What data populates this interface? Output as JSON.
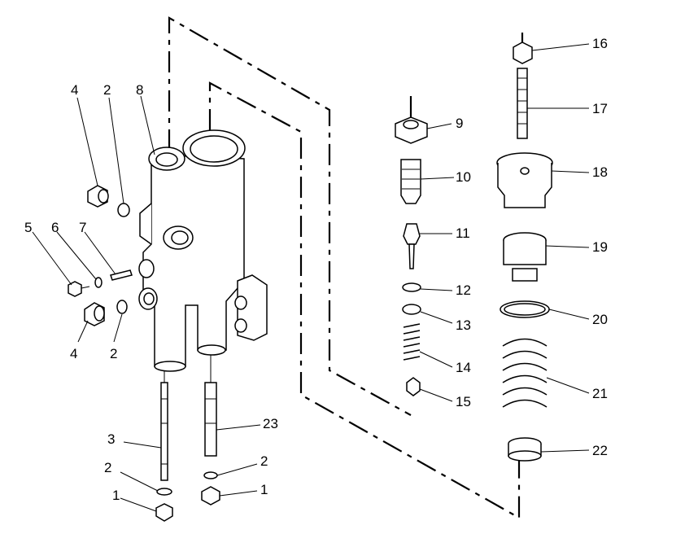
{
  "diagram": {
    "colors": {
      "ink": "#000000",
      "background": "#ffffff"
    },
    "callouts": {
      "c1a": "1",
      "c1b": "1",
      "c2a": "2",
      "c2b": "2",
      "c2c": "2",
      "c2d": "2",
      "c3": "3",
      "c4a": "4",
      "c4b": "4",
      "c5": "5",
      "c6": "6",
      "c7": "7",
      "c8": "8",
      "c9": "9",
      "c10": "10",
      "c11": "11",
      "c12": "12",
      "c13": "13",
      "c14": "14",
      "c15": "15",
      "c16": "16",
      "c17": "17",
      "c18": "18",
      "c19": "19",
      "c20": "20",
      "c21": "21",
      "c22": "22",
      "c23": "23"
    }
  }
}
